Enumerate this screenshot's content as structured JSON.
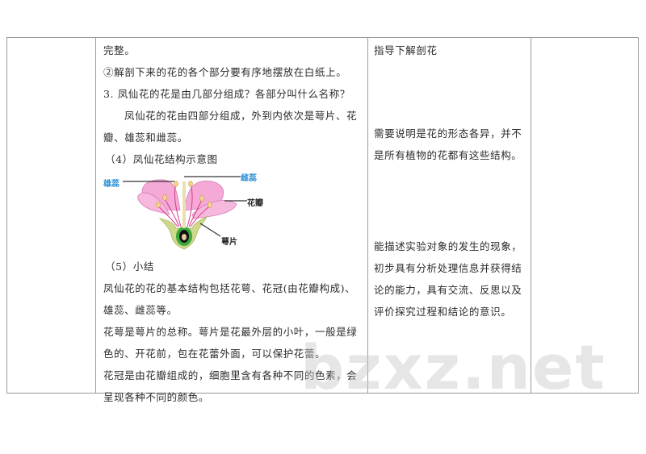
{
  "table": {
    "col1": {
      "text": ""
    },
    "col2": {
      "lines": [
        "完整。",
        "②解剖下来的花的各个部分要有序地摆放在白纸上。",
        "3. 凤仙花的花是由几部分组成？各部分叫什么名称？",
        "凤仙花的花由四部分组成，外到内依次是萼片、花",
        "瓣、雄蕊和雌蕊。",
        "（4）凤仙花结构示意图"
      ],
      "diagram": {
        "labels": {
          "stamen": "雄蕊",
          "pistil": "雌蕊",
          "petal": "花瓣",
          "sepal": "萼片"
        },
        "colors": {
          "label_blue": "#2a8fd6",
          "petal": "#f4a9d6",
          "sepal": "#c9d98a",
          "ovary": "#3aa83a"
        }
      },
      "summary_heading": "（5）小结",
      "summary_lines": [
        "凤仙花的花的基本结构包括花萼、花冠(由花瓣构成)、",
        "雄蕊、雌蕊等。",
        "花萼是萼片的总称。萼片是花最外层的小叶，一般是绿",
        "色的、开花前，包在花蕾外面，可以保护花蕾。",
        "花冠是由花瓣组成的，细胞里含有各种不同的色素，会",
        "呈现各种不同的颜色。"
      ]
    },
    "col3": {
      "guide": "指导下解剖花",
      "note_lines": [
        "需要说明是花的形态各异，并不",
        "是所有植物的花都有这些结构。"
      ],
      "goal_lines": [
        "能描述实验对象的发生的现象，",
        "初步具有分析处理信息并获得结",
        "论的能力，具有交流、反思以及",
        "评价探究过程和结论的意识。"
      ]
    },
    "col4": {
      "text": ""
    }
  },
  "watermark": "bzxz.net"
}
